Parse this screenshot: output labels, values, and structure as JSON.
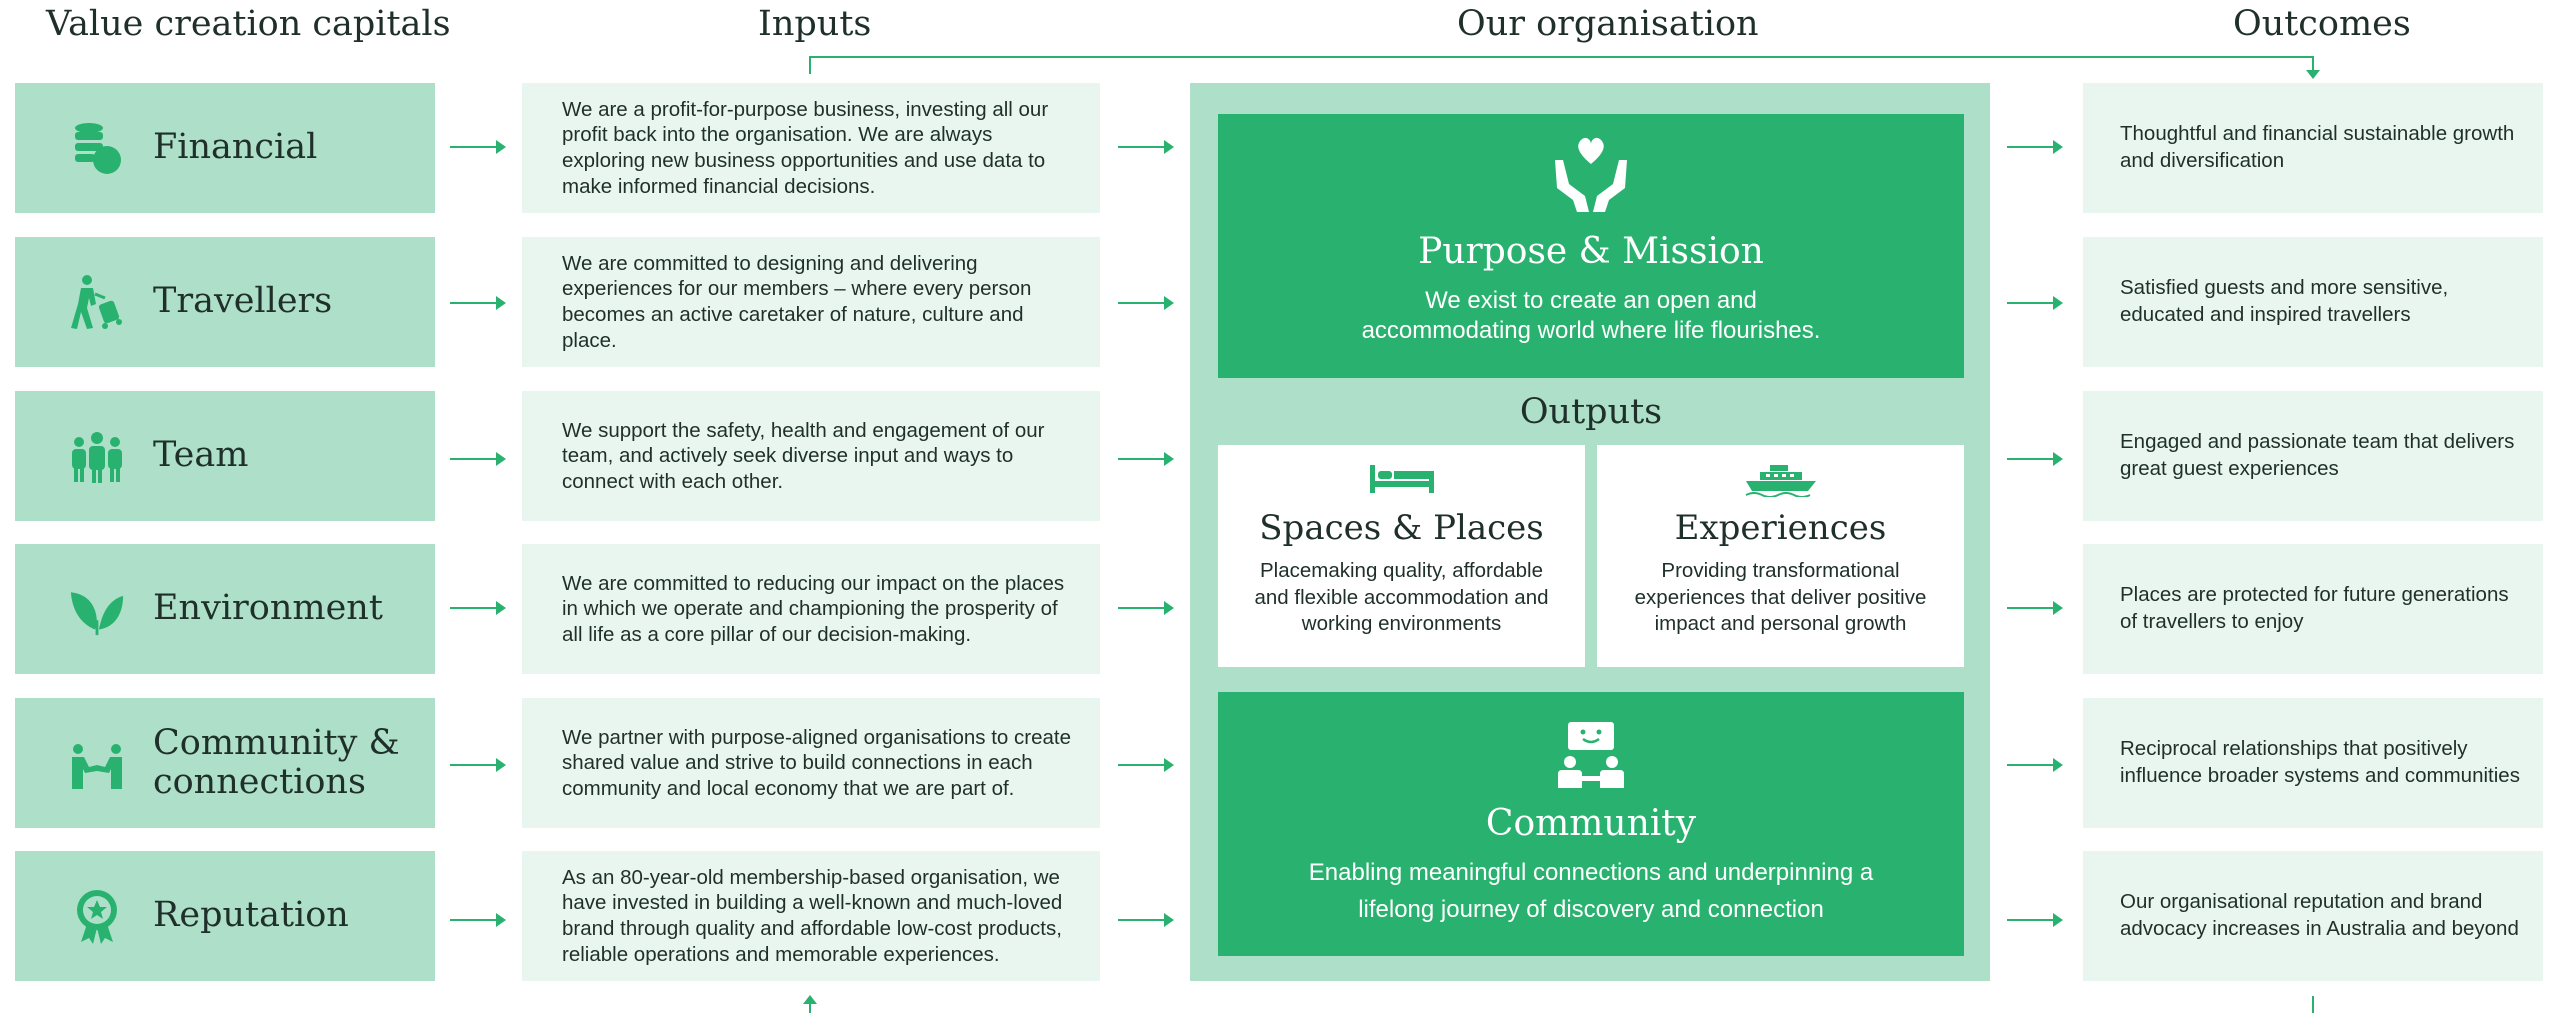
{
  "headers": {
    "capitals": "Value creation capitals",
    "inputs": "Inputs",
    "organisation": "Our organisation",
    "outcomes": "Outcomes"
  },
  "capitals": [
    {
      "label": "Financial",
      "icon": "coins-icon"
    },
    {
      "label": "Travellers",
      "icon": "traveller-icon"
    },
    {
      "label": "Team",
      "icon": "team-icon"
    },
    {
      "label": "Environment",
      "icon": "leaf-icon"
    },
    {
      "label": "Community &\nconnections",
      "icon": "handshake-icon"
    },
    {
      "label": "Reputation",
      "icon": "award-icon"
    }
  ],
  "inputs": [
    "We are a profit-for-purpose business, investing all our profit back into the organisation. We are always exploring new business opportunities and use data to make informed financial decisions.",
    "We are committed to designing and delivering experiences for our members – where every person becomes an active caretaker of nature, culture and place.",
    "We support the safety, health and engagement of our team, and actively seek diverse input and ways to connect with each other.",
    "We are committed to reducing our impact on the places in which we operate and championing the prosperity of all life as a core pillar of our decision-making.",
    "We partner with purpose-aligned organisations to create shared value and strive to build connections in each community and local economy that we are part of.",
    "As an 80-year-old membership-based organisation, we have invested in building a well-known and much-loved brand through quality and affordable low-cost products, reliable operations and memorable experiences."
  ],
  "organisation": {
    "purpose": {
      "title": "Purpose & Mission",
      "body": "We exist to create an open and accommodating world where life flourishes.",
      "icon": "heart-hands-icon"
    },
    "outputs_title": "Outputs",
    "spaces": {
      "title": "Spaces & Places",
      "body": "Placemaking quality, affordable and flexible accommodation and working environments",
      "icon": "bed-icon"
    },
    "experiences": {
      "title": "Experiences",
      "body": "Providing transformational experiences that deliver positive impact and personal growth",
      "icon": "boat-icon"
    },
    "community": {
      "title": "Community",
      "body": "Enabling meaningful connections and underpinning a lifelong journey of discovery and connection",
      "icon": "community-icon"
    }
  },
  "outcomes": [
    "Thoughtful and financial sustainable growth and diversification",
    "Satisfied guests and more sensitive, educated and inspired travellers",
    "Engaged and passionate team that delivers great guest experiences",
    "Places are protected for future generations of travellers to enjoy",
    "Reciprocal relationships that positively influence broader systems and communities",
    "Our organisational reputation and brand advocacy increases in Australia and beyond"
  ],
  "colors": {
    "accent": "#29b26f",
    "light_green": "#aee0c9",
    "pale_green": "#e8f6ef",
    "text": "#1f2f2a"
  }
}
